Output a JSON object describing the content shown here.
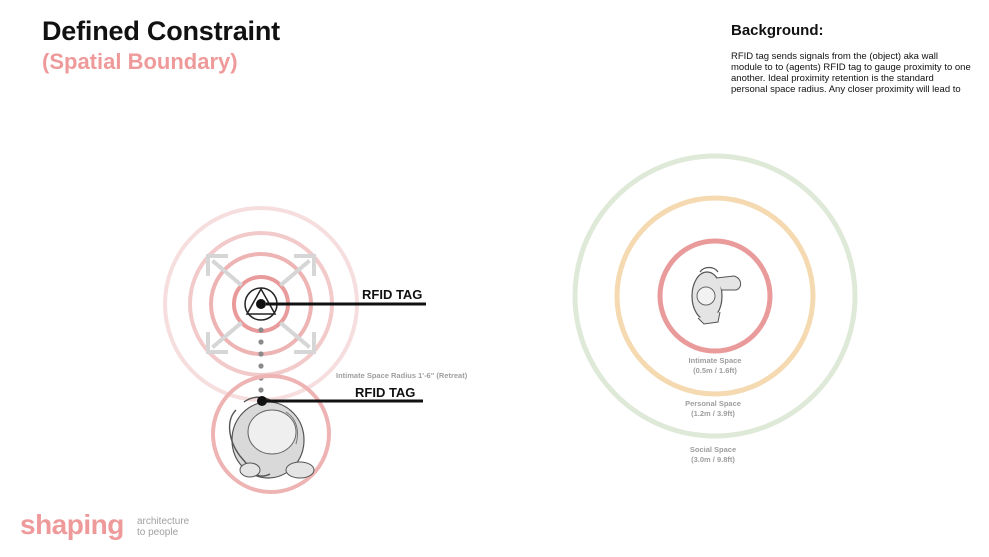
{
  "header": {
    "title": "Defined Constraint",
    "subtitle": "(Spatial Boundary)"
  },
  "background": {
    "heading": "Background:",
    "text": "RFID tag sends signals from the (object) aka wall module to to (agents) RFID tag to gauge proximity to one another. Ideal proximity retention is the standard personal space radius. Any closer proximity will lead to"
  },
  "left_diagram": {
    "tag_label_top": "RFID TAG",
    "tag_label_bottom": "RFID TAG",
    "radius_label": "Intimate Space Radius 1'-6\" (Retreat)"
  },
  "right_diagram": {
    "intimate": {
      "name": "Intimate Space",
      "size": "(0.5m / 1.6ft)",
      "color": "#e99a9a"
    },
    "personal": {
      "name": "Personal Space",
      "size": "(1.2m / 3.9ft)",
      "color": "#f5d9b0"
    },
    "social": {
      "name": "Social Space",
      "size": "(3.0m / 9.8ft)",
      "color": "#dfe9d8"
    }
  },
  "logo": {
    "main": "shaping",
    "sub_line1": "architecture",
    "sub_line2": "to people"
  }
}
